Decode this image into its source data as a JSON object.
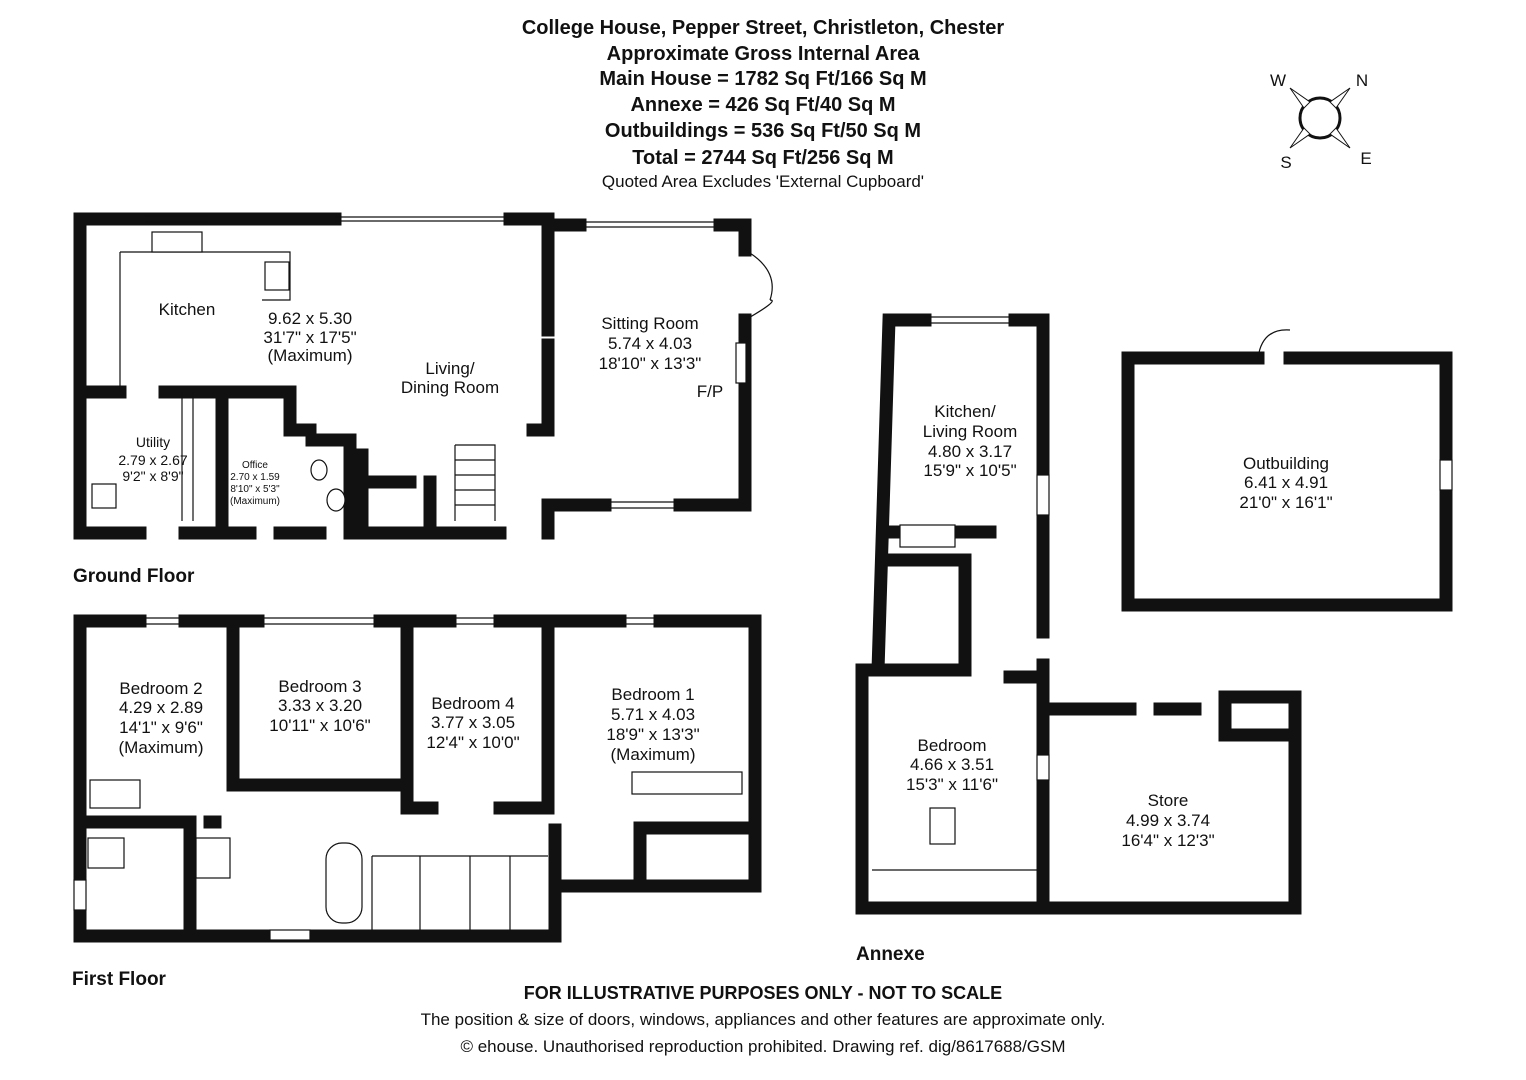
{
  "header": {
    "address": "College House, Pepper Street, Christleton, Chester",
    "subtitle": "Approximate Gross Internal Area",
    "main_house": "Main House = 1782 Sq Ft/166 Sq M",
    "annexe": "Annexe = 426 Sq Ft/40 Sq M",
    "outbuildings": "Outbuildings = 536 Sq Ft/50 Sq M",
    "total": "Total = 2744 Sq Ft/256 Sq M",
    "note": "Quoted Area Excludes 'External Cupboard'"
  },
  "compass": {
    "w": "W",
    "n": "N",
    "s": "S",
    "e": "E"
  },
  "floors": {
    "ground": "Ground Floor",
    "first": "First Floor",
    "annexe": "Annexe"
  },
  "ground_floor": {
    "kitchen": "Kitchen",
    "living_dims": [
      "9.62 x 5.30",
      "31'7\" x 17'5\"",
      "(Maximum)"
    ],
    "living_name": [
      "Living/",
      "Dining Room"
    ],
    "sitting": [
      "Sitting Room",
      "5.74 x 4.03",
      "18'10\" x 13'3\""
    ],
    "fireplace": "F/P",
    "utility": [
      "Utility",
      "2.79 x 2.67",
      "9'2\" x 8'9\""
    ],
    "office": [
      "Office",
      "2.70 x 1.59",
      "8'10\" x 5'3\"",
      "(Maximum)"
    ]
  },
  "first_floor": {
    "bedroom2": [
      "Bedroom 2",
      "4.29 x 2.89",
      "14'1\" x 9'6\"",
      "(Maximum)"
    ],
    "bedroom3": [
      "Bedroom 3",
      "3.33 x 3.20",
      "10'11\" x 10'6\""
    ],
    "bedroom4": [
      "Bedroom 4",
      "3.77 x 3.05",
      "12'4\" x 10'0\""
    ],
    "bedroom1": [
      "Bedroom 1",
      "5.71 x 4.03",
      "18'9\" x 13'3\"",
      "(Maximum)"
    ]
  },
  "annexe": {
    "kitchen_living": [
      "Kitchen/",
      "Living Room",
      "4.80 x 3.17",
      "15'9\" x 10'5\""
    ],
    "bedroom": [
      "Bedroom",
      "4.66 x 3.51",
      "15'3\" x 11'6\""
    ],
    "store": [
      "Store",
      "4.99 x 3.74",
      "16'4\" x 12'3\""
    ],
    "outbuilding": [
      "Outbuilding",
      "6.41 x 4.91",
      "21'0\" x 16'1\""
    ]
  },
  "footer": {
    "disclaimer": "FOR ILLUSTRATIVE PURPOSES ONLY - NOT TO SCALE",
    "note": "The position & size of doors, windows, appliances and other features are approximate only.",
    "copyright": "© ehouse. Unauthorised reproduction prohibited. Drawing ref. dig/8617688/GSM"
  }
}
